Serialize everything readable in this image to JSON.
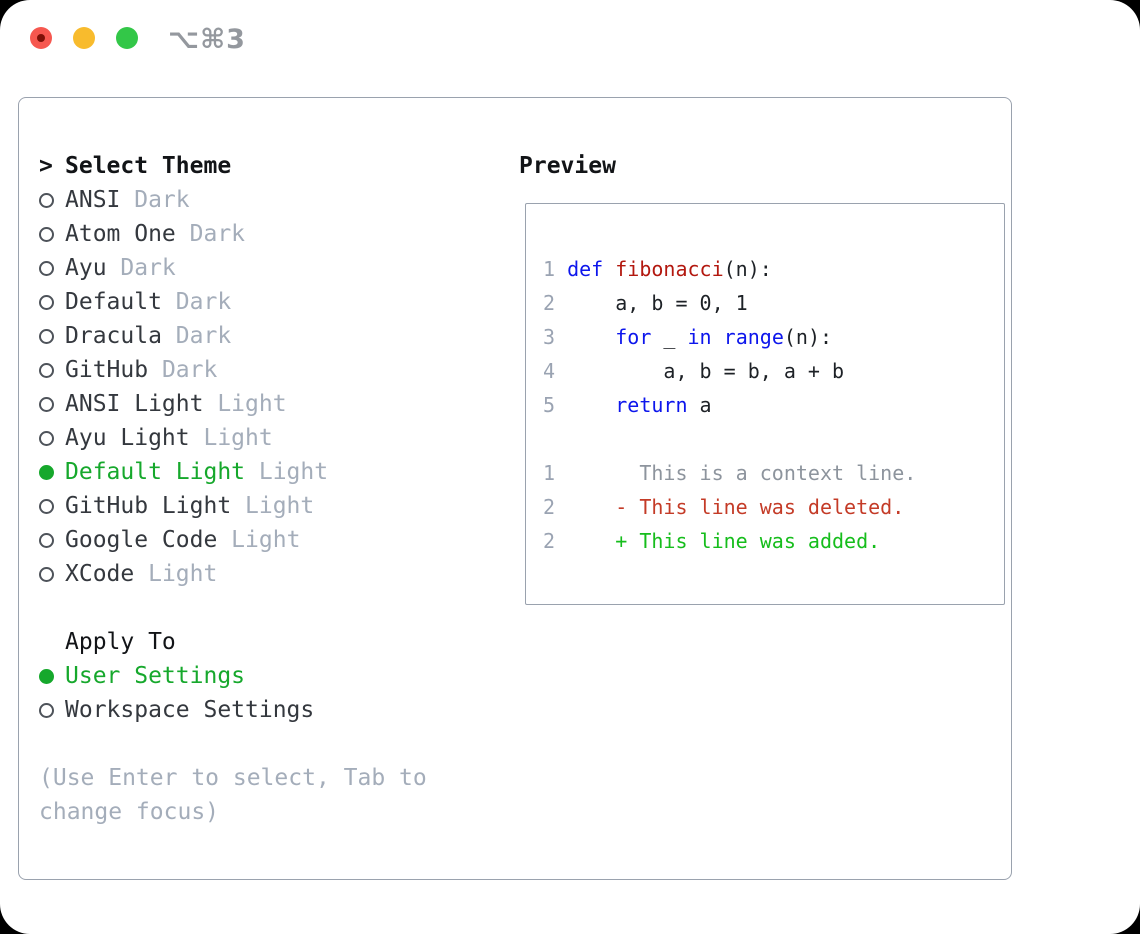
{
  "window": {
    "title": "⌥⌘3"
  },
  "titlebar": {
    "buttons": [
      "close",
      "minimize",
      "zoom"
    ]
  },
  "theme_menu": {
    "prompt": ">",
    "header": "Select Theme",
    "items": [
      {
        "label": "ANSI",
        "variant": "Dark",
        "selected": false
      },
      {
        "label": "Atom One",
        "variant": "Dark",
        "selected": false
      },
      {
        "label": "Ayu",
        "variant": "Dark",
        "selected": false
      },
      {
        "label": "Default",
        "variant": "Dark",
        "selected": false
      },
      {
        "label": "Dracula",
        "variant": "Dark",
        "selected": false
      },
      {
        "label": "GitHub",
        "variant": "Dark",
        "selected": false
      },
      {
        "label": "ANSI Light",
        "variant": "Light",
        "selected": false
      },
      {
        "label": "Ayu Light",
        "variant": "Light",
        "selected": false
      },
      {
        "label": "Default Light",
        "variant": "Light",
        "selected": true
      },
      {
        "label": "GitHub Light",
        "variant": "Light",
        "selected": false
      },
      {
        "label": "Google Code",
        "variant": "Light",
        "selected": false
      },
      {
        "label": "XCode",
        "variant": "Light",
        "selected": false
      }
    ]
  },
  "apply_to": {
    "header": "Apply To",
    "options": [
      {
        "label": "User Settings",
        "selected": true
      },
      {
        "label": "Workspace Settings",
        "selected": false
      }
    ]
  },
  "help_text": "(Use Enter to select, Tab to change focus)",
  "preview": {
    "title": "Preview",
    "code_lines": [
      {
        "num": "1",
        "tokens": [
          [
            "def",
            "kw"
          ],
          [
            " ",
            ""
          ],
          [
            "fibonacci",
            "fn"
          ],
          [
            "(n):",
            ""
          ]
        ]
      },
      {
        "num": "2",
        "tokens": [
          [
            "    a, b = 0, 1",
            ""
          ]
        ]
      },
      {
        "num": "3",
        "tokens": [
          [
            "    ",
            ""
          ],
          [
            "for",
            "kw"
          ],
          [
            " _ ",
            ""
          ],
          [
            "in",
            "kw"
          ],
          [
            " ",
            ""
          ],
          [
            "range",
            "kw"
          ],
          [
            "(n):",
            ""
          ]
        ]
      },
      {
        "num": "4",
        "tokens": [
          [
            "        a, b = b, a + b",
            ""
          ]
        ]
      },
      {
        "num": "5",
        "tokens": [
          [
            "    ",
            ""
          ],
          [
            "return",
            "kw"
          ],
          [
            " a",
            ""
          ]
        ]
      }
    ],
    "diff_lines": [
      {
        "num": "1",
        "tokens": [
          [
            "      This is a context line.",
            "ctx"
          ]
        ]
      },
      {
        "num": "2",
        "tokens": [
          [
            "    - This line was deleted.",
            "del"
          ]
        ]
      },
      {
        "num": "2",
        "tokens": [
          [
            "    + This line was added.",
            "add"
          ]
        ]
      }
    ]
  },
  "colors": {
    "bg_outside": "#000000",
    "window_bg": "#ffffff",
    "panel_border": "#9aa2ae",
    "text_dark": "#34383e",
    "text_black": "#121417",
    "text_muted": "#a4adba",
    "radio_ring": "#4e535a",
    "green": "#16a82c",
    "kw": "#0d16ec",
    "fn": "#b3180f",
    "ctx": "#8d949d",
    "del": "#c43b27",
    "add": "#16bd1c",
    "lnum": "#9aa3b2",
    "tl_red": "#f6574f",
    "tl_red_dot": "#7d1007",
    "tl_yellow": "#f8bb2d",
    "tl_green": "#33c748",
    "title_gray": "#94989e"
  }
}
